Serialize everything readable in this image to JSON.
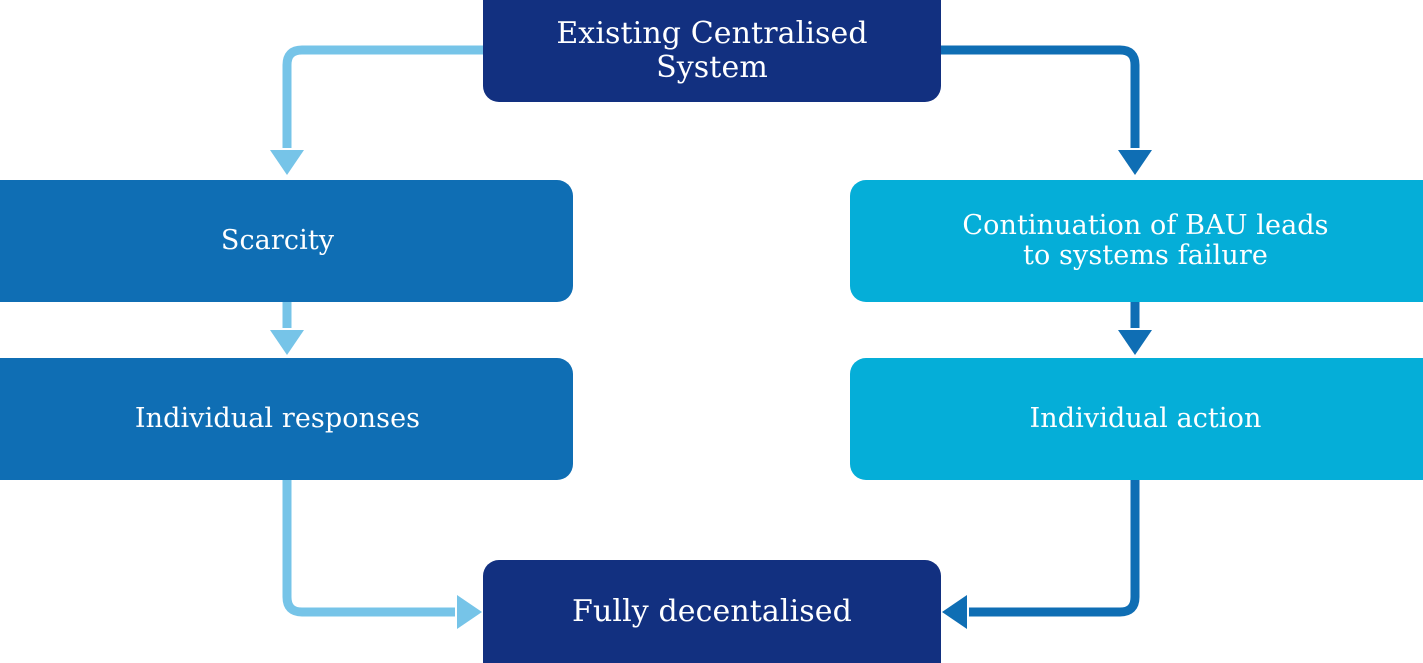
{
  "diagram": {
    "title": "Existing Centralised System flow to Fully decentalised",
    "background": "#ffffff",
    "colors": {
      "navy": "#123080",
      "medium_blue": "#0f6eb4",
      "cyan": "#05aed8",
      "light_blue_arrow": "#76c4e8",
      "dark_blue_arrow": "#0f6eb4",
      "text": "#ffffff"
    },
    "nodes": [
      {
        "id": "existing",
        "label": "Existing Centralised System",
        "color": "#123080"
      },
      {
        "id": "scarcity",
        "label": "Scarcity",
        "color": "#0f6eb4"
      },
      {
        "id": "individual_responses",
        "label": "Individual responses",
        "color": "#0f6eb4"
      },
      {
        "id": "bau",
        "label": "Continuation of BAU leads\nto systems failure",
        "color": "#05aed8"
      },
      {
        "id": "individual_action",
        "label": "Individual action",
        "color": "#05aed8"
      },
      {
        "id": "fully_decentalised",
        "label": "Fully decentalised",
        "color": "#123080"
      }
    ],
    "edges": [
      {
        "from": "existing",
        "to": "scarcity",
        "color": "#76c4e8",
        "direction": "down"
      },
      {
        "from": "existing",
        "to": "bau",
        "color": "#0f6eb4",
        "direction": "down"
      },
      {
        "from": "scarcity",
        "to": "individual_responses",
        "color": "#76c4e8",
        "direction": "down"
      },
      {
        "from": "bau",
        "to": "individual_action",
        "color": "#0f6eb4",
        "direction": "down"
      },
      {
        "from": "individual_responses",
        "to": "fully_decentalised",
        "color": "#76c4e8",
        "direction": "right"
      },
      {
        "from": "individual_action",
        "to": "fully_decentalised",
        "color": "#0f6eb4",
        "direction": "left"
      }
    ]
  }
}
